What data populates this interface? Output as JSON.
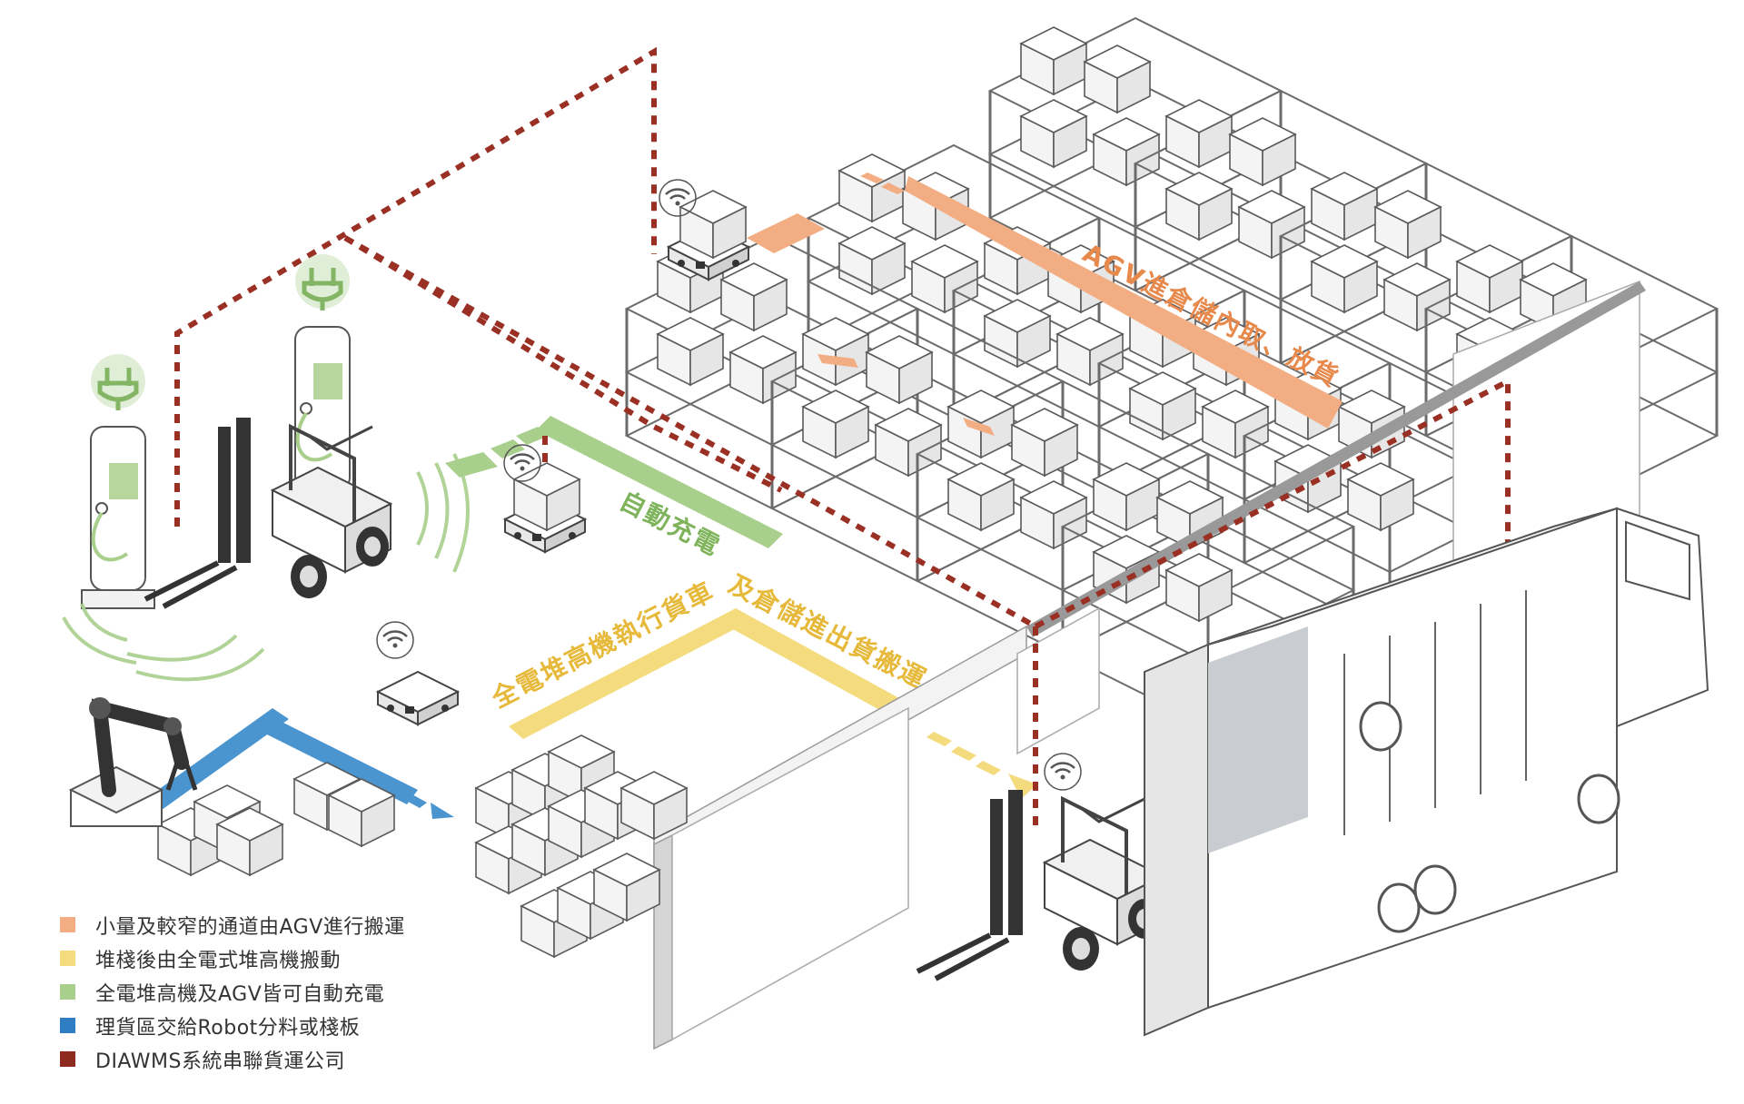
{
  "colors": {
    "orange": "#f2ad83",
    "yellow": "#f3db7e",
    "green": "#a9cf8c",
    "blue": "#4a95d0",
    "darkred": "#9a2f24",
    "outline": "#555555",
    "rack": "#6b6b6b"
  },
  "path_labels": {
    "agv_storage": "AGV進倉儲內取、放貨",
    "auto_charge": "自動充電",
    "forklift_truck": "全電堆高機執行貨車",
    "storage_inout": "及倉儲進出貨搬運"
  },
  "legend": {
    "items": [
      {
        "color": "#f2ad83",
        "label": "小量及較窄的通道由AGV進行搬運"
      },
      {
        "color": "#f3db7e",
        "label": "堆棧後由全電式堆高機搬動"
      },
      {
        "color": "#a9cf8c",
        "label": "全電堆高機及AGV皆可自動充電"
      },
      {
        "color": "#2f7dc2",
        "label": "理貨區交給Robot分料或棧板"
      },
      {
        "color": "#8e2a20",
        "label": "DIAWMS系統串聯貨運公司"
      }
    ]
  },
  "icons": [
    "wifi-icon",
    "plug-icon",
    "charging-station-icon",
    "forklift-icon",
    "agv-icon",
    "robot-arm-icon",
    "truck-icon"
  ]
}
